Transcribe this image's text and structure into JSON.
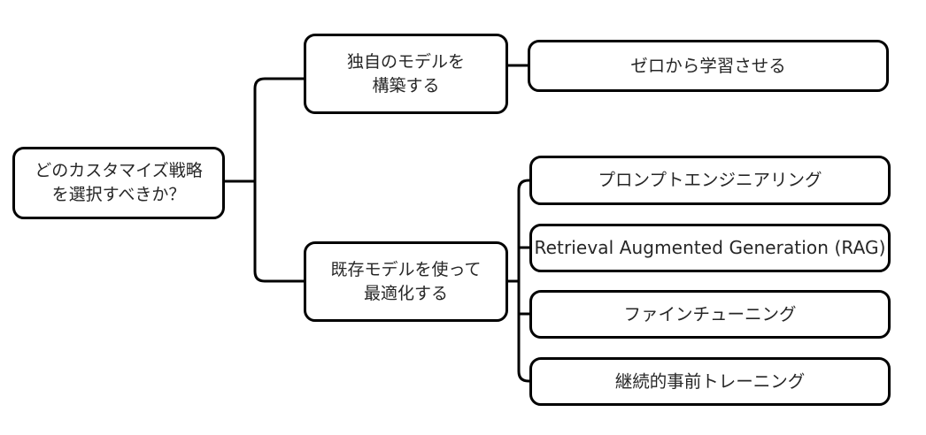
{
  "diagram": {
    "type": "horizontal-tree",
    "background_color": "#ffffff",
    "stroke_color": "#000000",
    "text_color": "#262626",
    "root": {
      "id": "root",
      "label": "どのカスタマイズ戦略\nを選択すべきか？"
    },
    "branches": [
      {
        "id": "branch-build-own",
        "label": "独自のモデルを\n構築する",
        "children": [
          {
            "id": "leaf-from-scratch",
            "label": "ゼロから学習させる",
            "script": "japanese"
          }
        ]
      },
      {
        "id": "branch-use-existing",
        "label": "既存モデルを使って\n最適化する",
        "children": [
          {
            "id": "leaf-prompt-engineering",
            "label": "プロンプトエンジニアリング",
            "script": "japanese"
          },
          {
            "id": "leaf-rag",
            "label": "Retrieval Augmented Generation (RAG)",
            "script": "latin"
          },
          {
            "id": "leaf-fine-tuning",
            "label": "ファインチューニング",
            "script": "japanese"
          },
          {
            "id": "leaf-continued-pretraining",
            "label": "継続的事前トレーニング",
            "script": "japanese"
          }
        ]
      }
    ]
  }
}
